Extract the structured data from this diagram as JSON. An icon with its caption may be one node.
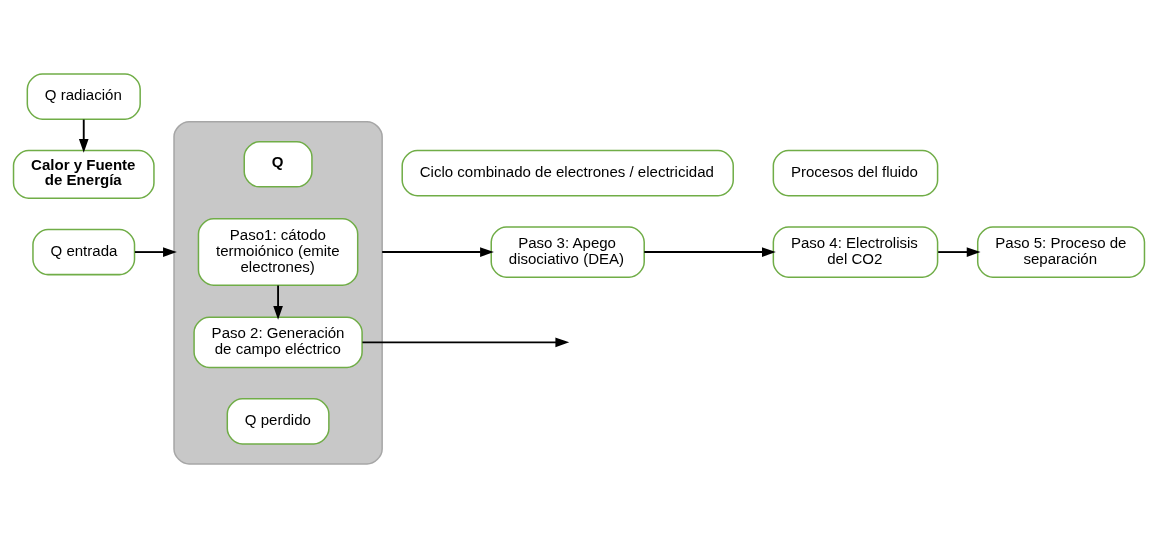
{
  "diagram": {
    "nodes": [
      {
        "text": [
          "Q entrada"
        ]
      },
      {
        "text": [
          "Calor y Fuente de Energía"
        ]
      },
      {
        "text": [
          "Q radiación"
        ]
      },
      {
        "text": [],
        "shape": "box"
      },
      {
        "text": [
          "Paso1: cátodo termoiónico (emite electrones)"
        ],
        "in": 3
      },
      {
        "text": [
          "Q"
        ],
        "in": 3
      },
      {
        "text": [
          "Paso 2: Generación de campo eléctrico"
        ],
        "in": 3
      },
      {
        "text": [
          "Q perdido"
        ],
        "in": 3
      },
      {
        "text": [
          "Paso 3: Apego disociativo (DEA)"
        ]
      },
      {
        "text": [
          "Paso 4: Electrolisis del CO2"
        ]
      },
      {
        "text": [
          "Paso 5: Proceso de separación"
        ]
      },
      {
        "text": [
          "Ciclo combinado de electrones / electricidad"
        ]
      },
      {
        "text": [
          "Procesos del fluido"
        ]
      }
    ],
    "edges": [
      {
        "from": 0,
        "to": 3,
        "arrow": "to"
      },
      {
        "from": 4,
        "to": 6,
        "arrow": "to"
      },
      {
        "from": 6,
        "to": null,
        "arrow": "to"
      },
      {
        "from": 2,
        "to": 1,
        "arrow": "to"
      },
      {
        "from": 3,
        "to": 8,
        "arrow": "to"
      },
      {
        "from": 8,
        "to": 9,
        "arrow": "to"
      },
      {
        "from": 9,
        "to": 10,
        "arrow": "to"
      }
    ]
  }
}
